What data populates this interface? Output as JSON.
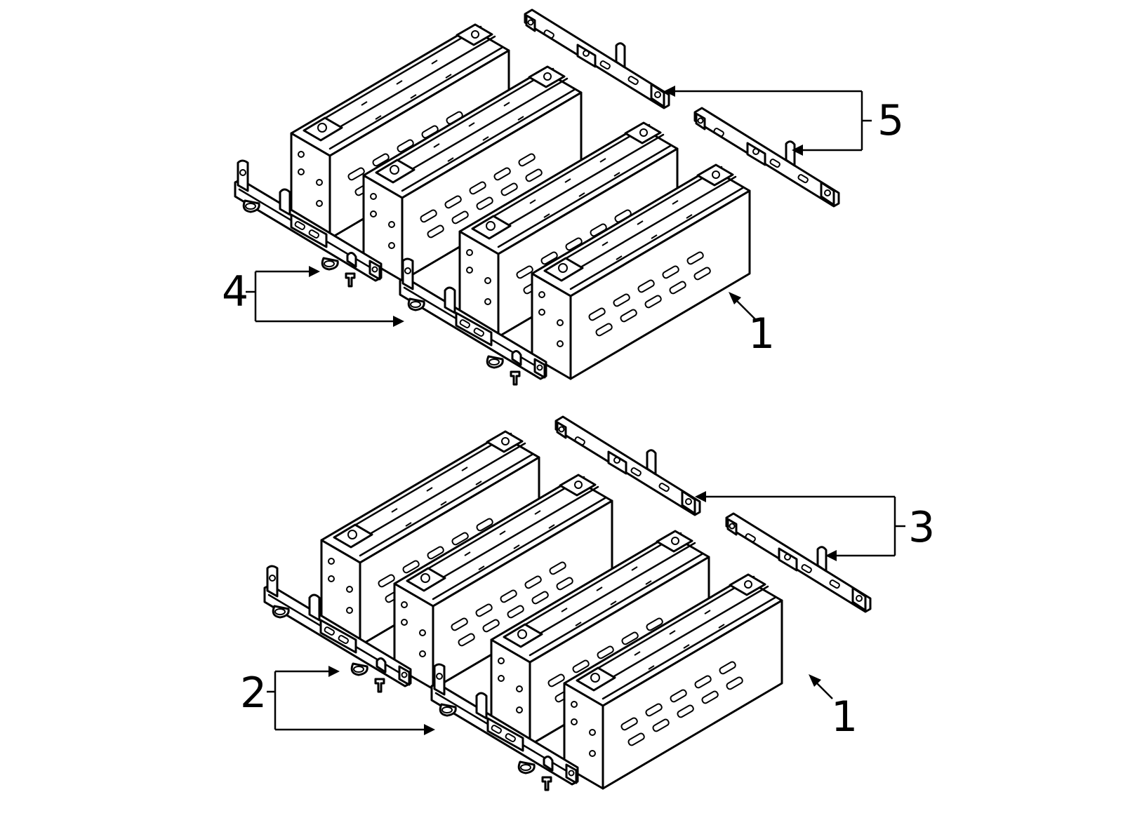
{
  "callouts": {
    "label_1_top": "1",
    "label_1_bottom": "1",
    "label_2": "2",
    "label_3": "3",
    "label_4": "4",
    "label_5": "5"
  },
  "colors": {
    "ink": "#000000",
    "paper": "#ffffff"
  }
}
